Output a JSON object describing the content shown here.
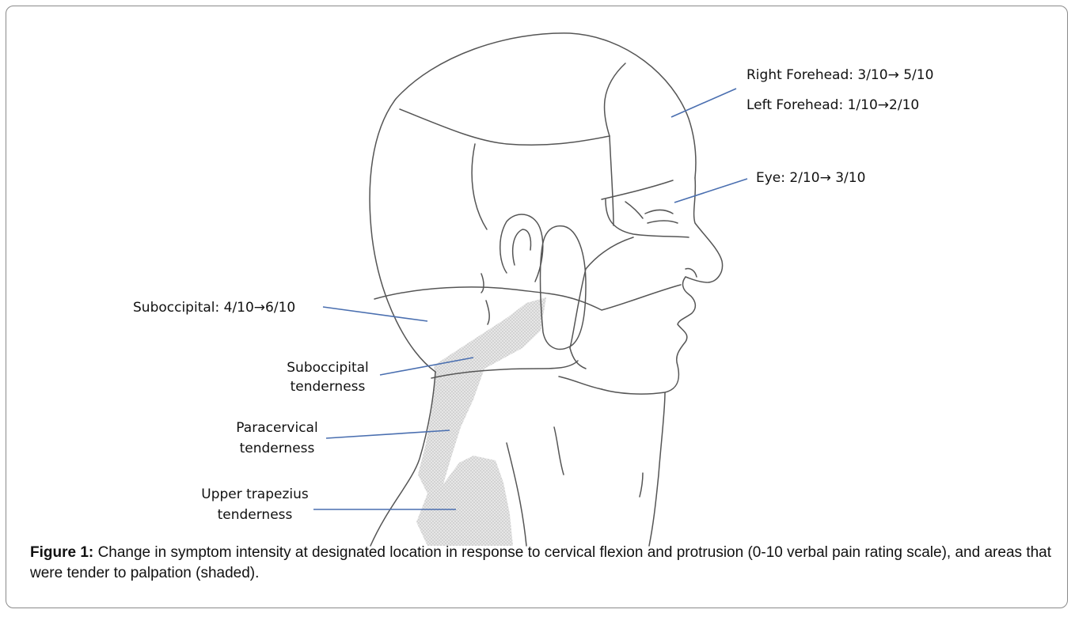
{
  "labels": {
    "right_forehead": "Right Forehead: 3/10→ 5/10",
    "left_forehead": "Left Forehead: 1/10→2/10",
    "eye": "Eye: 2/10→ 3/10",
    "suboccipital": "Suboccipital: 4/10→6/10",
    "suboccipital_tenderness": [
      "Suboccipital",
      "tenderness"
    ],
    "paracervical_tenderness": [
      "Paracervical",
      "tenderness"
    ],
    "upper_trapezius_tenderness": [
      "Upper trapezius",
      "tenderness"
    ]
  },
  "caption": {
    "prefix": "Figure 1:",
    "text": " Change in symptom intensity at designated location in response to cervical flexion and protrusion (0-10 verbal pain rating scale), and areas that were tender to palpation (shaded)."
  },
  "colors": {
    "leader_line": "#4a6fb0",
    "shading": "#d6d6d6",
    "outline": "#555555"
  }
}
